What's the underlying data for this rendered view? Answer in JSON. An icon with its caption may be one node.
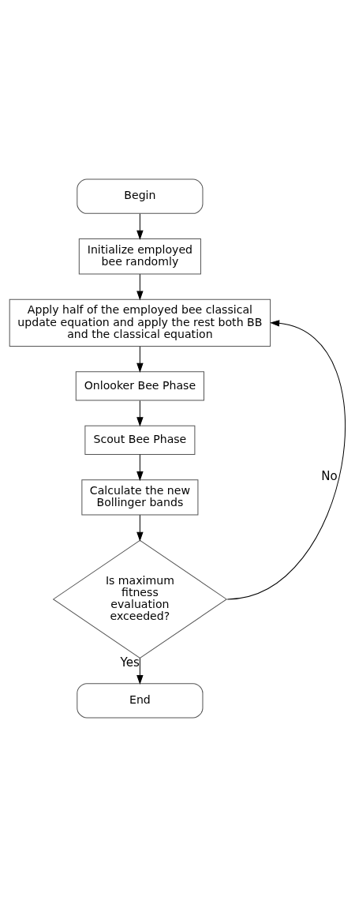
{
  "diagram": {
    "nodes": [
      {
        "text": [
          "Begin"
        ]
      },
      {
        "text": [
          "Initialize employed bee randomly"
        ]
      },
      {
        "text": [
          "Apply half of the employed bee classical update equation and apply the rest both BB and the classical equation"
        ]
      },
      {
        "text": [
          "Onlooker Bee Phase"
        ]
      },
      {
        "text": [
          "Scout Bee Phase"
        ]
      },
      {
        "text": [
          "Calculate the new Bollinger bands"
        ]
      },
      {
        "text": [
          "Is maximum fitness evaluation exceeded?"
        ]
      },
      {
        "text": [
          "End"
        ]
      }
    ],
    "edges": [
      {
        "from": 0,
        "to": 1,
        "arrow": "to"
      },
      {
        "from": 1,
        "to": 2,
        "arrow": "to"
      },
      {
        "from": 2,
        "to": 3,
        "arrow": "to"
      },
      {
        "from": 3,
        "to": 4,
        "arrow": "to"
      },
      {
        "from": 4,
        "to": 5,
        "arrow": "to"
      },
      {
        "from": 5,
        "to": 6,
        "arrow": "to"
      },
      {
        "from": 6,
        "to": 2,
        "label": "No",
        "arrow": "to"
      },
      {
        "from": 6,
        "to": 7,
        "label": "Yes",
        "arrow": "to"
      }
    ]
  }
}
